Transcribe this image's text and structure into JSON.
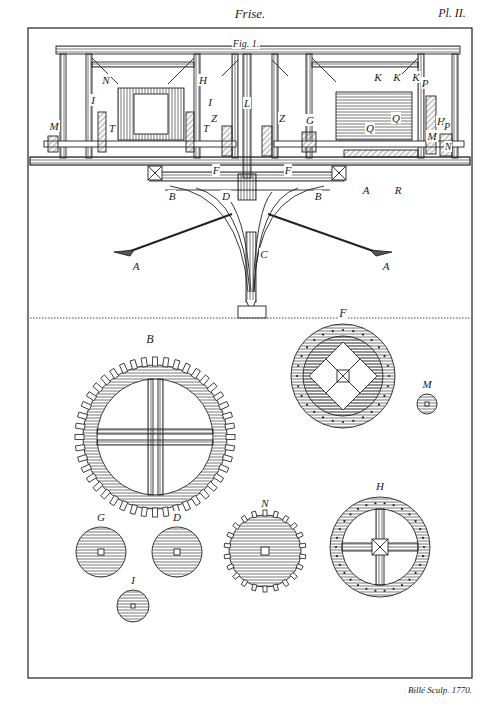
{
  "diagram": {
    "title": "Frise.",
    "labels": [
      "Pl. II.",
      "Fig. 1.",
      "L",
      "K",
      "K",
      "K",
      "N",
      "I",
      "H",
      "I",
      "P",
      "Z",
      "Z",
      "M",
      "T",
      "T",
      "Q",
      "Q",
      "G",
      "H",
      "P",
      "M",
      "N",
      "F",
      "F",
      "A",
      "R",
      "B",
      "D",
      "B",
      "C",
      "A",
      "A",
      "B",
      "F",
      "M",
      "G",
      "D",
      "N",
      "H",
      "I",
      "Billé Sculp. 1770."
    ]
  }
}
